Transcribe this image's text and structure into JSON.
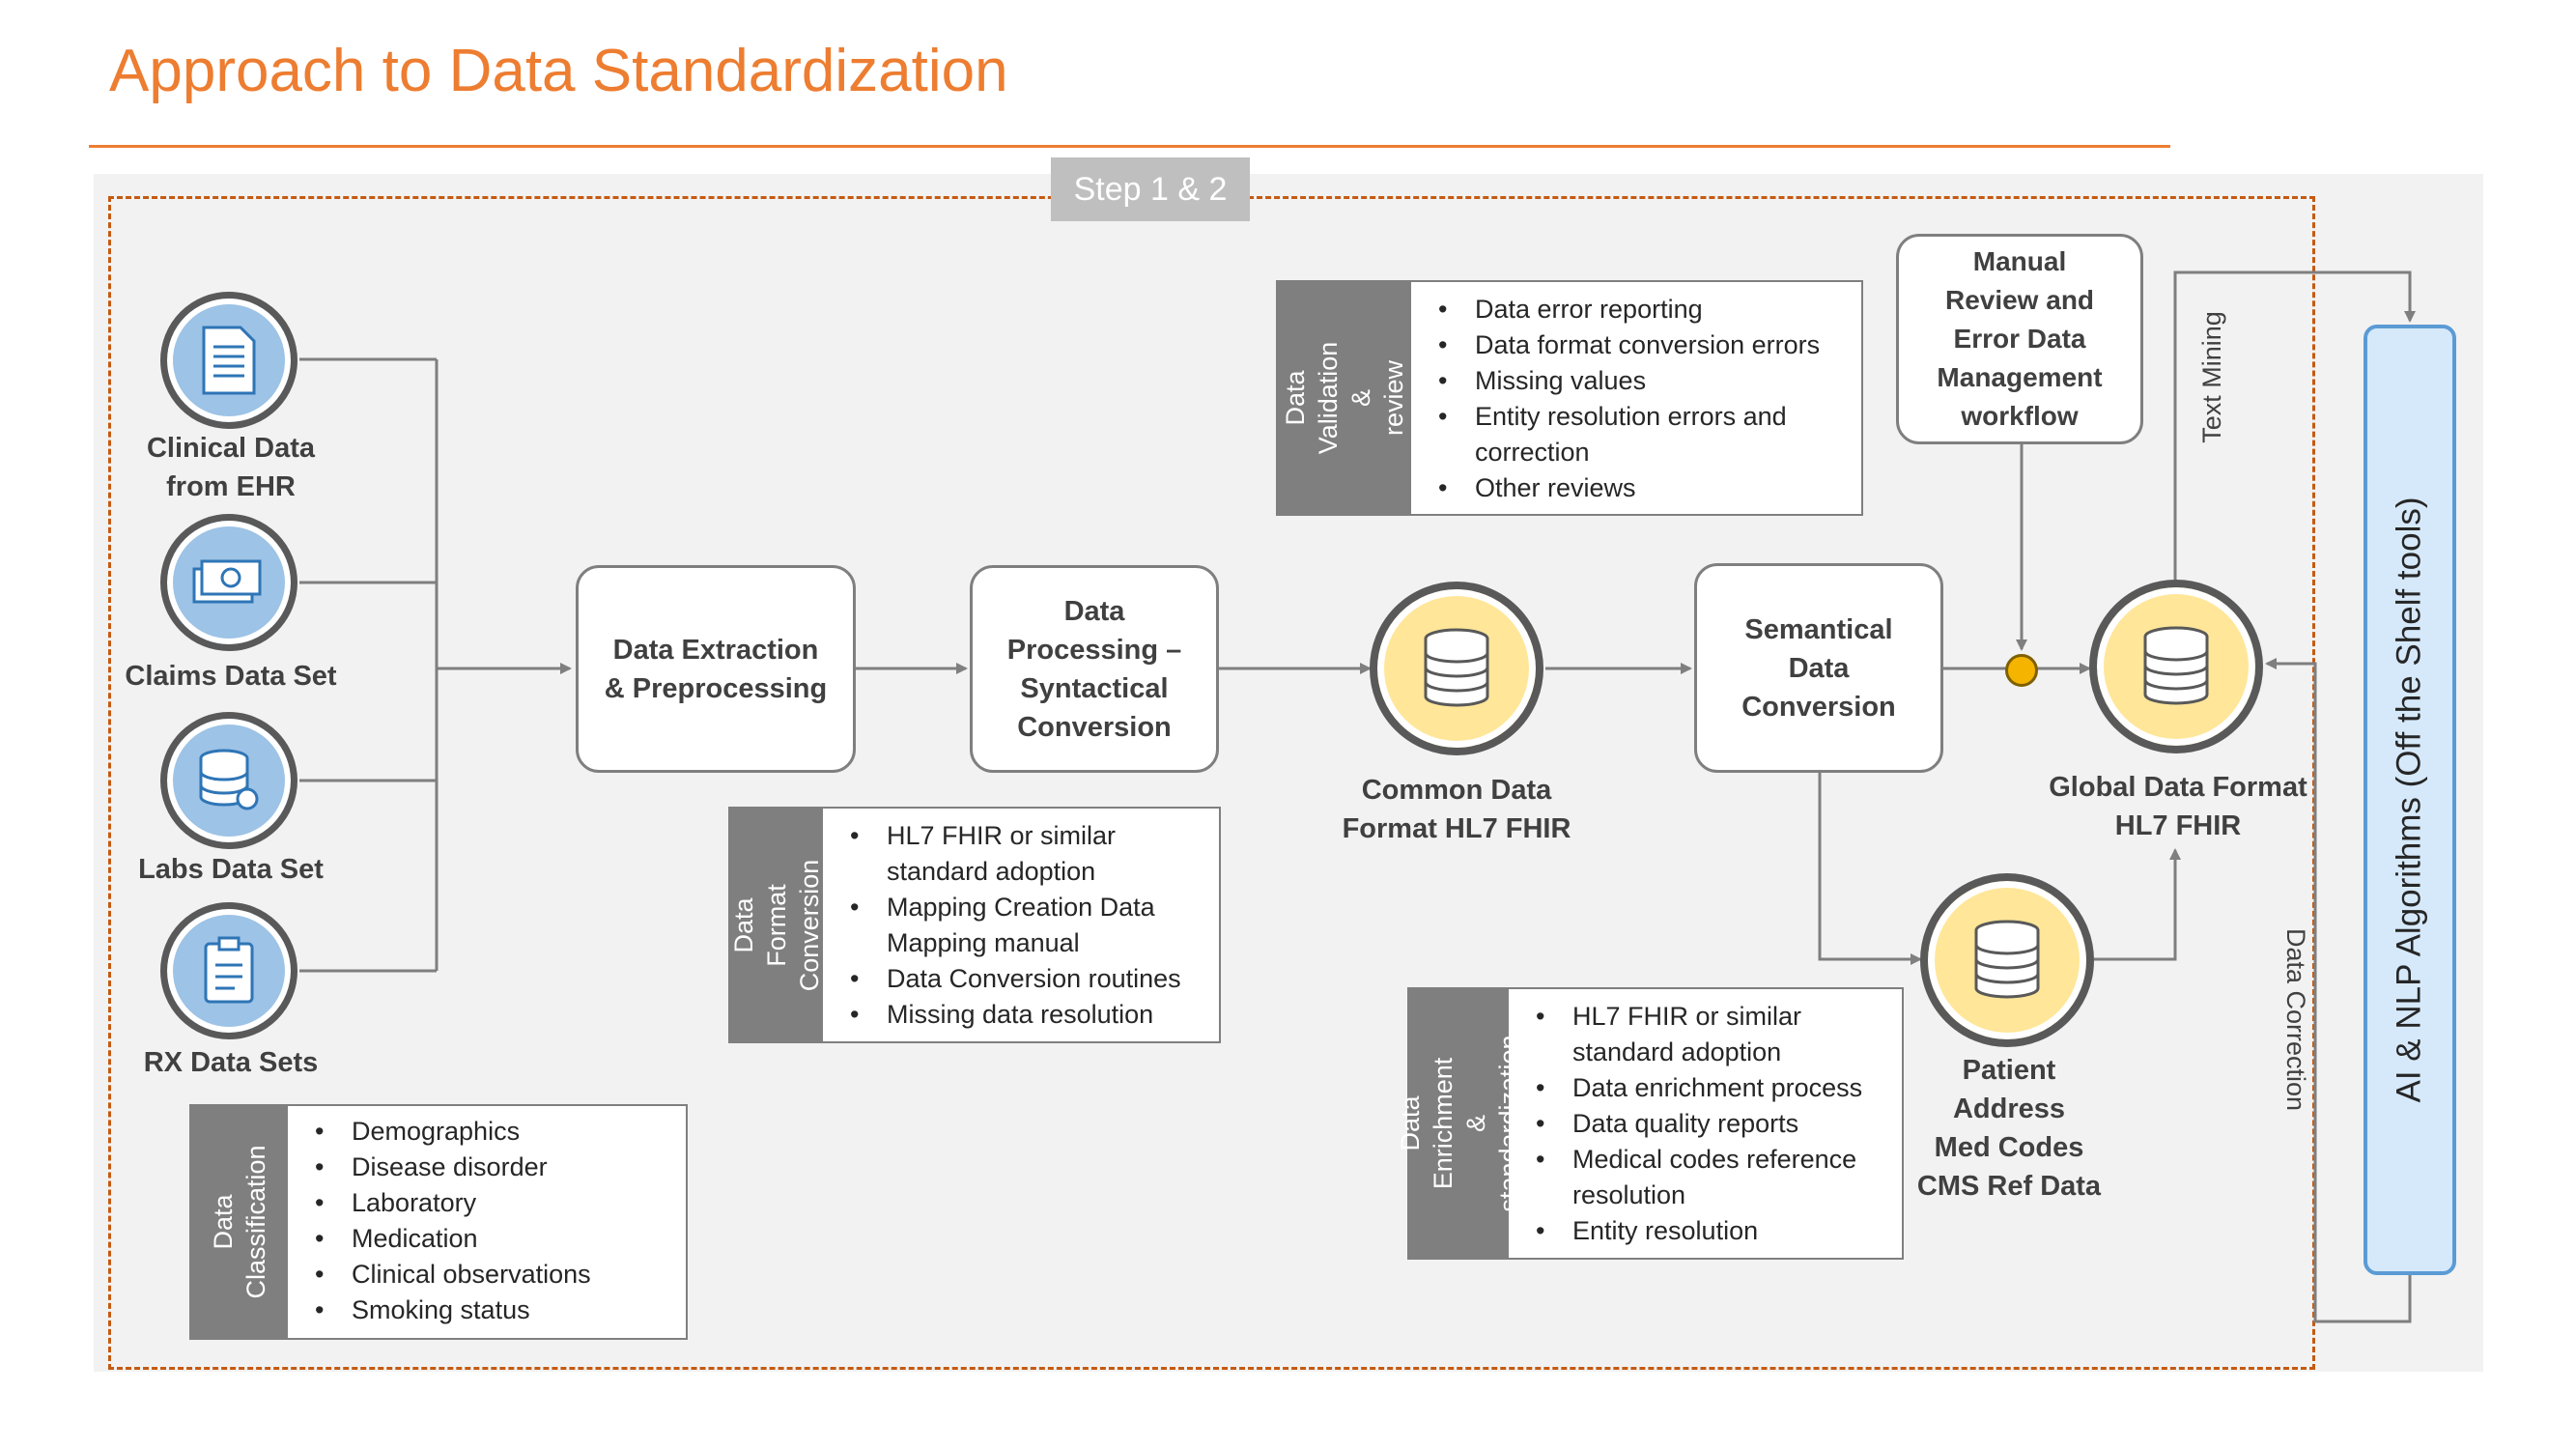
{
  "title": "Approach to Data Standardization",
  "step_label": "Step 1 & 2",
  "sources": [
    {
      "label": "Clinical Data\nfrom EHR",
      "icon": "document-icon"
    },
    {
      "label": "Claims Data Set",
      "icon": "money-icon"
    },
    {
      "label": "Labs Data Set",
      "icon": "database-gear-icon"
    },
    {
      "label": "RX Data Sets",
      "icon": "clipboard-icon"
    }
  ],
  "process": {
    "extraction": "Data Extraction\n& Preprocessing",
    "syntactical": "Data\nProcessing –\nSyntactical\nConversion",
    "semantical": "Semantical\nData\nConversion",
    "manual_review": "Manual\nReview and\nError Data\nManagement\nworkflow"
  },
  "stores": {
    "common": "Common Data\nFormat HL7 FHIR",
    "global": "Global Data Format\nHL7 FHIR",
    "reference": "Patient\nAddress\nMed Codes\nCMS Ref Data"
  },
  "notes": {
    "validation": {
      "tab": "Data\nValidation &\nreview",
      "items": [
        "Data error reporting",
        "Data format conversion errors",
        "Missing values",
        "Entity resolution errors and correction",
        "Other reviews"
      ]
    },
    "format_conversion": {
      "tab": "Data Format\nConversion",
      "items": [
        "HL7 FHIR or similar standard adoption",
        "Mapping Creation Data Mapping manual",
        "Data Conversion routines",
        "Missing data resolution"
      ]
    },
    "enrichment": {
      "tab": "Data Enrichment\n& standardization",
      "items": [
        "HL7 FHIR or similar standard adoption",
        "Data enrichment process",
        "Data quality reports",
        "Medical codes reference resolution",
        "Entity resolution"
      ]
    },
    "classification": {
      "tab": "Data\nClassification",
      "items": [
        "Demographics",
        "Disease disorder",
        "Laboratory",
        "Medication",
        "Clinical observations",
        "Smoking status"
      ]
    }
  },
  "edge_labels": {
    "text_mining": "Text Mining",
    "data_correction": "Data Correction"
  },
  "ai_bar": "AI & NLP Algorithms (Off the Shelf tools)",
  "colors": {
    "accent_orange": "#ed7d31",
    "source_blue": "#9dc3e6",
    "store_yellow": "#ffe699",
    "junction_dot": "#f4b400",
    "ai_bar_fill": "#d6e9fb",
    "ai_bar_border": "#5b9bd5",
    "note_tab_grey": "#7f7f7f"
  }
}
